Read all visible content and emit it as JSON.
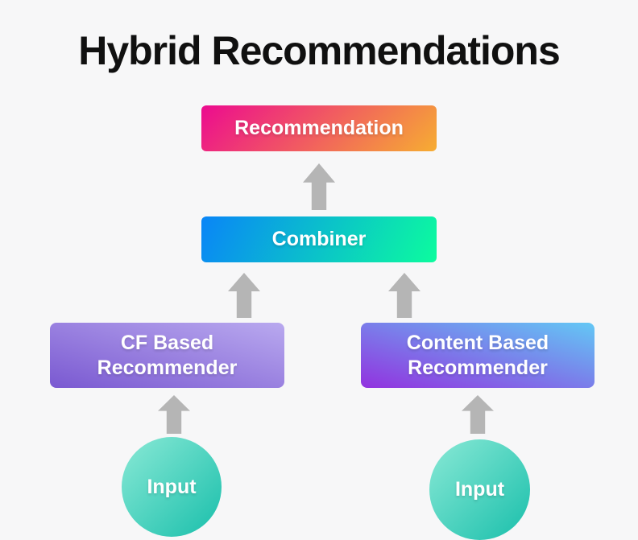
{
  "title": "Hybrid Recommendations",
  "colors": {
    "background": "#f7f7f8",
    "title_text": "#101010",
    "node_text": "#ffffff",
    "arrow": "#b5b5b5",
    "recommendation_gradient_start": "#ec0b8f",
    "recommendation_gradient_end": "#f6ad32",
    "combiner_gradient_start": "#0a85f7",
    "combiner_gradient_end": "#0cfc9e",
    "cf_gradient_start": "#7a59d1",
    "cf_gradient_end": "#b9a9ef",
    "content_gradient_start": "#9232df",
    "content_gradient_end": "#63c8f5",
    "input_gradient_start": "#8ae9d6",
    "input_gradient_end": "#19bfab"
  },
  "nodes": {
    "recommendation": {
      "label": "Recommendation"
    },
    "combiner": {
      "label": "Combiner"
    },
    "cf": {
      "label_line1": "CF Based",
      "label_line2": "Recommender"
    },
    "content": {
      "label_line1": "Content Based",
      "label_line2": "Recommender"
    },
    "input_left": {
      "label": "Input"
    },
    "input_right": {
      "label": "Input"
    }
  }
}
